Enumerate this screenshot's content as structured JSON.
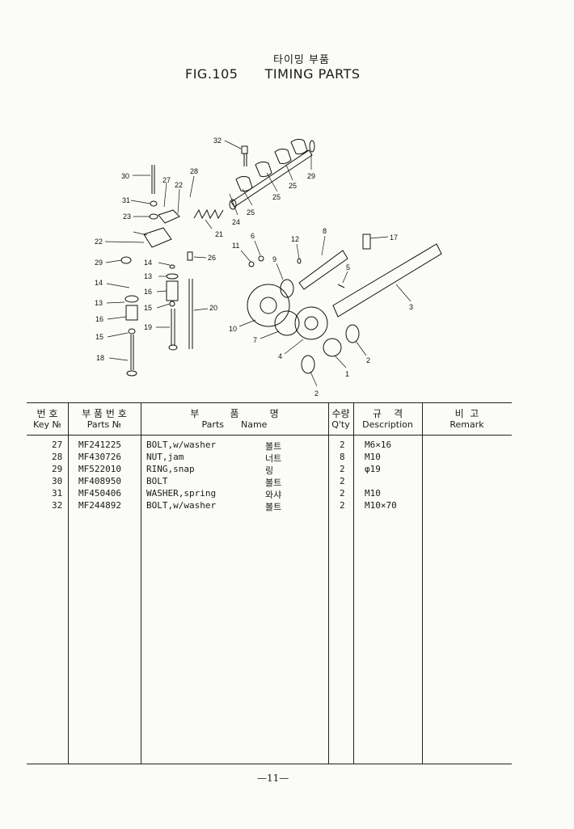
{
  "title": {
    "korean": "타이밍 부품",
    "fig_no": "FIG.105",
    "name": "TIMING PARTS"
  },
  "callouts": [
    "32",
    "30",
    "27",
    "28",
    "22",
    "31",
    "23",
    "21",
    "24",
    "25",
    "25",
    "29",
    "25",
    "22",
    "29",
    "14",
    "13",
    "16",
    "14",
    "13",
    "15",
    "16",
    "15",
    "18",
    "19",
    "26",
    "11",
    "6",
    "12",
    "8",
    "17",
    "9",
    "5",
    "3",
    "20",
    "10",
    "7",
    "4",
    "1",
    "2",
    "2"
  ],
  "table": {
    "headers": {
      "key_ko": "번 호",
      "key_en": "Key №",
      "parts_ko": "부 품 번 호",
      "parts_en": "Parts №",
      "name_ko": "부          품          명",
      "name_en": "Parts      Name",
      "qty_ko": "수량",
      "qty_en": "Q'ty",
      "desc_ko": "규    격",
      "desc_en": "Description",
      "remark_ko": "비  고",
      "remark_en": "Remark"
    },
    "rows": [
      {
        "key": "27",
        "part_no": "MF241225",
        "name": "BOLT,w/washer",
        "name_ko": "볼트",
        "qty": "2",
        "desc": "M6×16"
      },
      {
        "key": "28",
        "part_no": "MF430726",
        "name": "NUT,jam",
        "name_ko": "너트",
        "qty": "8",
        "desc": "M10"
      },
      {
        "key": "29",
        "part_no": "MF522010",
        "name": "RING,snap",
        "name_ko": "링",
        "qty": "2",
        "desc": "φ19"
      },
      {
        "key": "30",
        "part_no": "MF408950",
        "name": "BOLT",
        "name_ko": "볼트",
        "qty": "2",
        "desc": ""
      },
      {
        "key": "31",
        "part_no": "MF450406",
        "name": "WASHER,spring",
        "name_ko": "와샤",
        "qty": "2",
        "desc": "M10"
      },
      {
        "key": "32",
        "part_no": "MF244892",
        "name": "BOLT,w/washer",
        "name_ko": "볼트",
        "qty": "2",
        "desc": "M10×70"
      }
    ]
  },
  "page_number": "—11—"
}
